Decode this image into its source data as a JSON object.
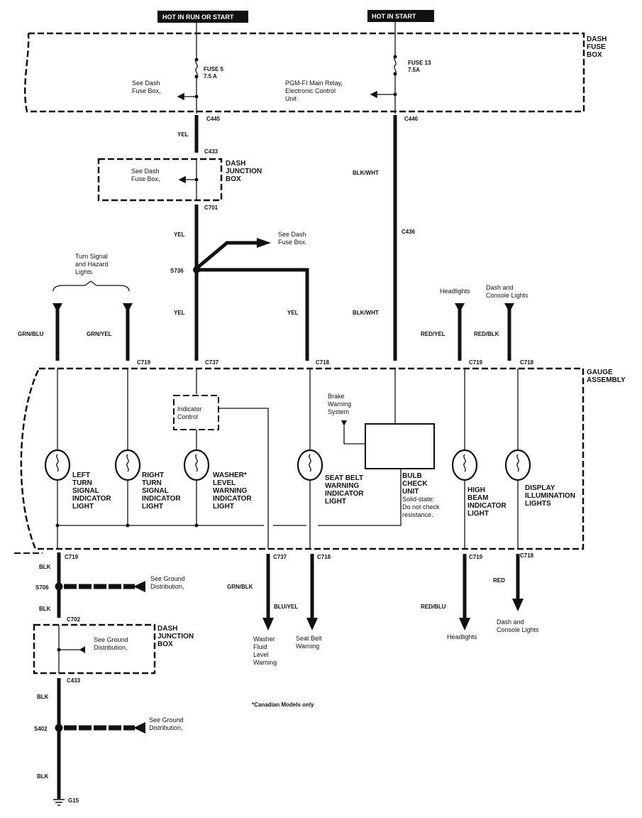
{
  "power": {
    "hot_run_start": "HOT IN RUN OR START",
    "hot_start": "HOT IN START"
  },
  "dash_fuse_box": {
    "label": [
      "DASH",
      "FUSE",
      "BOX"
    ],
    "fuse5": [
      "FUSE 5",
      "7.5 A"
    ],
    "fuse13": [
      "FUSE 13",
      "7.5A"
    ],
    "see_dash_fuse_box": [
      "See Dash",
      "Fuse Box,"
    ],
    "pgm_fi": [
      "PGM-FI Main Relay,",
      "Electronic Control",
      "Unit"
    ]
  },
  "upper_junction": {
    "label": [
      "DASH",
      "JUNCTION",
      "BOX"
    ],
    "see": [
      "See Dash",
      "Fuse Box,"
    ]
  },
  "connectors": {
    "c445": "C445",
    "c446": "C446",
    "c433": "C433",
    "c701": "C701",
    "c436": "C436",
    "s736": "S736",
    "c719": "C719",
    "c737": "C737",
    "c718": "C718",
    "s706": "S706",
    "c702": "C702",
    "s402": "S402",
    "g15": "G15"
  },
  "wires": {
    "yel": "YEL",
    "blk_wht": "BLK/WHT",
    "grn_blu": "GRN/BLU",
    "grn_yel": "GRN/YEL",
    "red_yel": "RED/YEL",
    "red_blk": "RED/BLK",
    "blk": "BLK",
    "grn_blk": "GRN/BLK",
    "blu_yel": "BLU/YEL",
    "red_blu": "RED/BLU",
    "red": "RED"
  },
  "see_dash_fuse_box_branch": [
    "See Dash",
    "Fuse Box."
  ],
  "turn_signal": [
    "Turn Signal",
    "and Hazard",
    "Lights"
  ],
  "headlights": "Headlights",
  "dash_console": [
    "Dash and",
    "Console Lights"
  ],
  "gauge_assembly": [
    "GAUGE",
    "ASSEMBLY"
  ],
  "indicator_control": [
    "Indicator",
    "Control"
  ],
  "brake_warning": [
    "Brake",
    "Warning",
    "System"
  ],
  "bulbs": {
    "left": [
      "LEFT",
      "TURN",
      "SIGNAL",
      "INDICATOR",
      "LIGHT"
    ],
    "right": [
      "RIGHT",
      "TURN",
      "SIGNAL",
      "INDICATOR",
      "LIGHT"
    ],
    "washer": [
      "WASHER*",
      "LEVEL",
      "WARNING",
      "INDICATOR",
      "LIGHT"
    ],
    "seatbelt": [
      "SEAT BELT",
      "WARNING",
      "INDICATOR",
      "LIGHT"
    ],
    "highbeam": [
      "HIGH",
      "BEAM",
      "INDICATOR",
      "LIGHT"
    ],
    "display": [
      "DISPLAY",
      "ILLUMINATION",
      "LIGHTS"
    ]
  },
  "bulb_check": [
    "BULB",
    "CHECK",
    "UNIT",
    "Solid-state:",
    "Do not check",
    "resistance."
  ],
  "see_ground": [
    "See Ground",
    "Distribution,"
  ],
  "lower_junction": {
    "label": [
      "DASH",
      "JUNCTION",
      "BOX"
    ]
  },
  "outputs": {
    "washer": [
      "Washer",
      "Fluid",
      "Level",
      "Warning"
    ],
    "seatbelt": [
      "Seat Belt",
      "Warning"
    ],
    "headlights": "Headlights",
    "dash_console": [
      "Dash and",
      "Console Lights"
    ]
  },
  "note": "*Canadian Models only"
}
